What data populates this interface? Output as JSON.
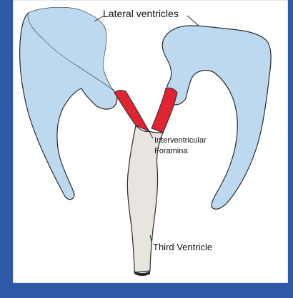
{
  "diagram": {
    "labels": {
      "lateral_ventricles": "Lateral ventricles",
      "interventricular_line1": "Interventricular",
      "interventricular_line2": "Foramina",
      "third_ventricle": "Third Ventricle"
    },
    "colors": {
      "ventricle_fill": "#bcd9f0",
      "foramina_fill": "#e02432",
      "third_ventricle_fill": "#e8e4e0",
      "outline": "#2a2a2a",
      "background": "#ffffff",
      "frame": "#2e58a8"
    }
  }
}
